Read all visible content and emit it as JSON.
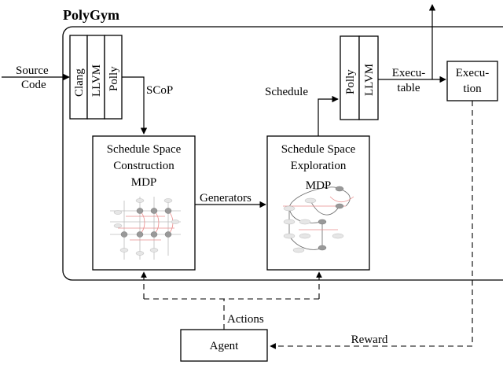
{
  "title": "PolyGym",
  "input": {
    "line1": "Source",
    "line2": "Code"
  },
  "front_tools": [
    "Clang",
    "LLVM",
    "Polly"
  ],
  "back_tools": [
    "Polly",
    "LLVM"
  ],
  "construction": {
    "line1": "Schedule Space",
    "line2": "Construction",
    "line3": "MDP"
  },
  "exploration": {
    "line1": "Schedule Space",
    "line2": "Exploration",
    "line3": "MDP"
  },
  "execution": {
    "line1": "Execu-",
    "line2": "tion"
  },
  "agent": "Agent",
  "edges": {
    "scop": "SCoP",
    "generators": "Generators",
    "schedule": "Schedule",
    "executable_1": "Execu-",
    "executable_2": "table",
    "actions": "Actions",
    "reward": "Reward"
  }
}
